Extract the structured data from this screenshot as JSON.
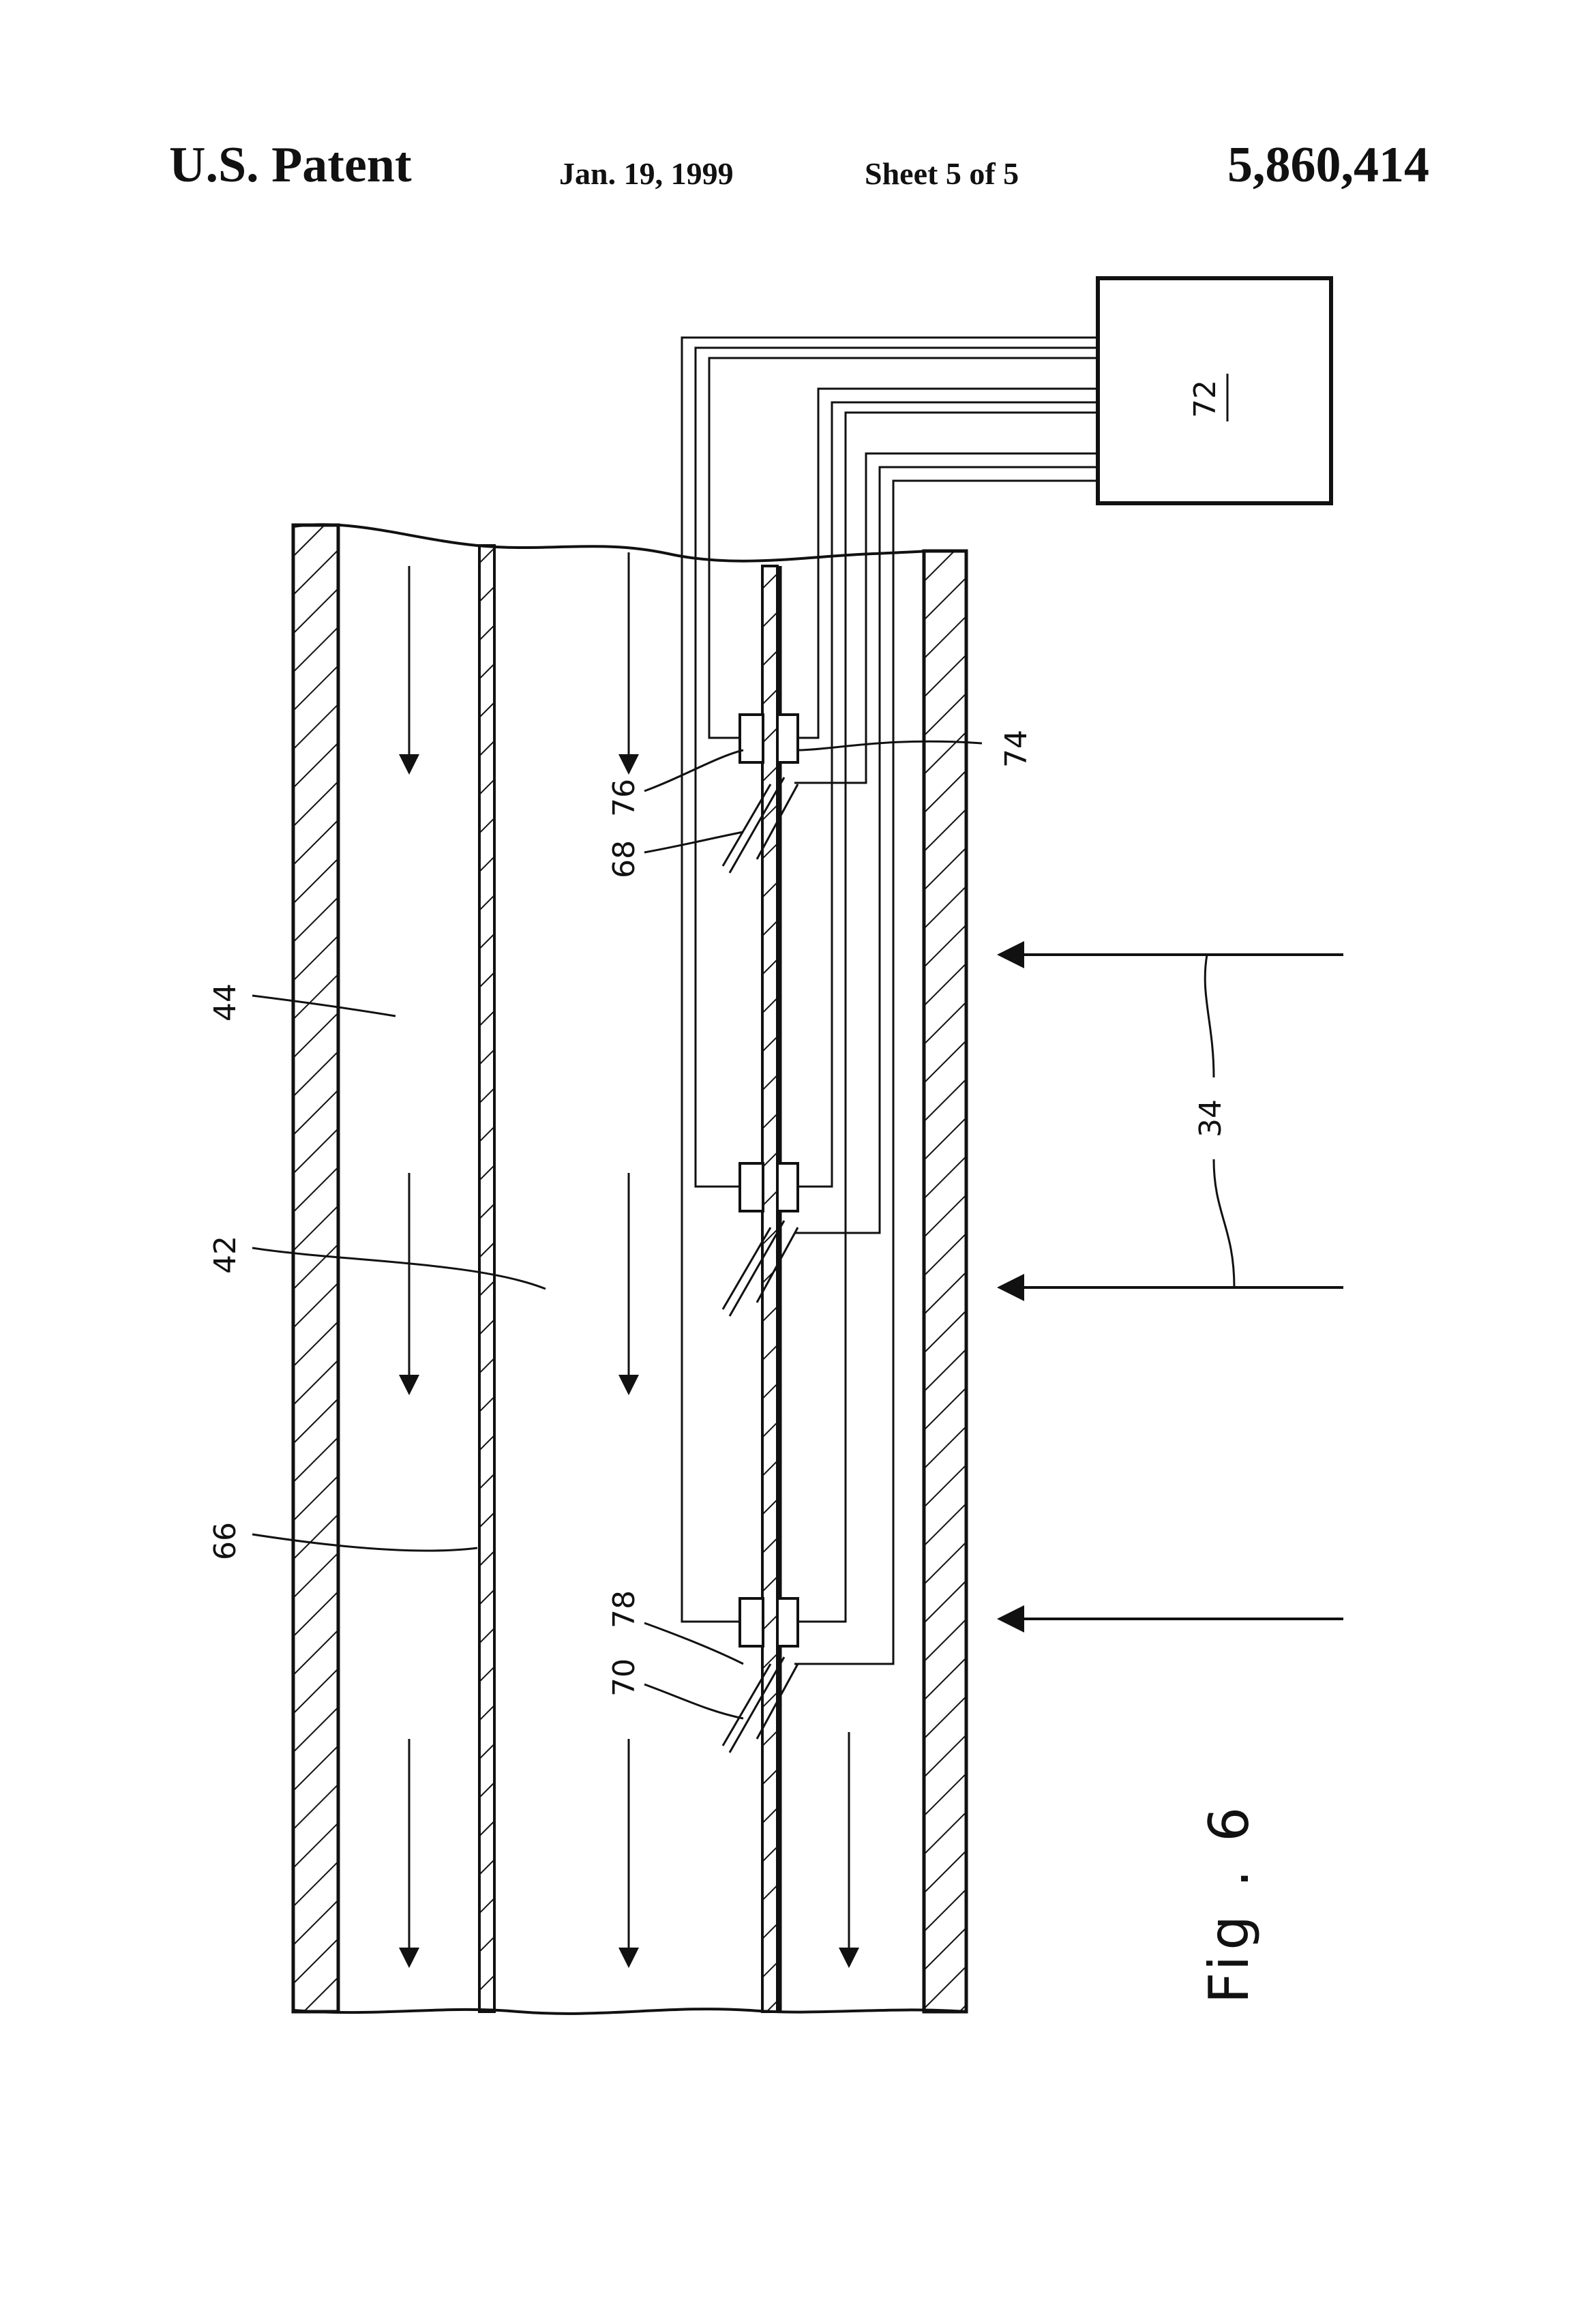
{
  "header": {
    "left": "U.S. Patent",
    "date": "Jan. 19, 1999",
    "sheet": "Sheet 5 of 5",
    "patent_number": "5,860,414"
  },
  "figure": {
    "title": "Fig . 6",
    "reference_numerals": {
      "control_unit": "72",
      "outer_channel": "44",
      "inner_channel": "42",
      "wall": "66",
      "sensor_top": "76",
      "film_top": "68",
      "sensor_bottom": "78",
      "film_bottom": "70",
      "lead": "74",
      "external_flow": "34"
    }
  }
}
